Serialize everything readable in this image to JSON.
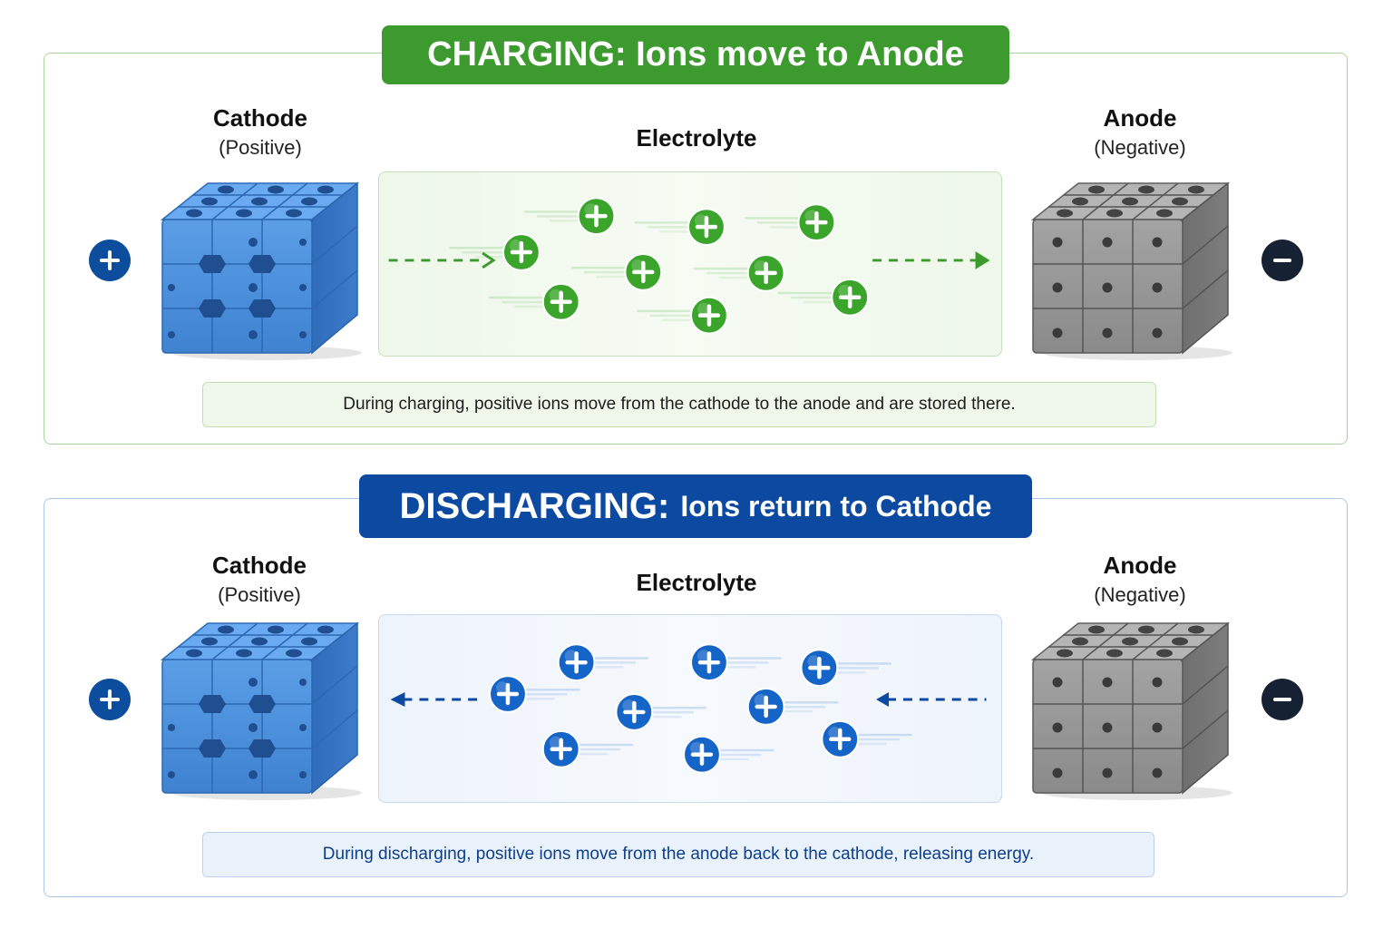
{
  "charging": {
    "title": "CHARGING: Ions move to Anode",
    "cathode": {
      "name": "Cathode",
      "polarity": "(Positive)"
    },
    "anode": {
      "name": "Anode",
      "polarity": "(Negative)"
    },
    "electrolyte_label": "Electrolyte",
    "caption": "During charging, positive ions move from the cathode to the anode and are stored there.",
    "ion_count": 9,
    "direction": "cathode-to-anode",
    "colors": {
      "accent": "#3d9a2f",
      "ion": "#3aa52a"
    }
  },
  "discharging": {
    "title_main": "DISCHARGING:",
    "title_sub": "Ions return to Cathode",
    "cathode": {
      "name": "Cathode",
      "polarity": "(Positive)"
    },
    "anode": {
      "name": "Anode",
      "polarity": "(Negative)"
    },
    "electrolyte_label": "Electrolyte",
    "caption": "During discharging, positive ions move from the anode back to the cathode, releasing energy.",
    "ion_count": 9,
    "direction": "anode-to-cathode",
    "colors": {
      "accent": "#0b4aa0",
      "ion": "#1565c8"
    }
  },
  "icons": {
    "positive_terminal": "plus-terminal-icon",
    "negative_terminal": "minus-terminal-icon",
    "ion": "plus-ion-icon",
    "cathode_lattice": "blue-lattice-block",
    "anode_lattice": "gray-lattice-block"
  }
}
